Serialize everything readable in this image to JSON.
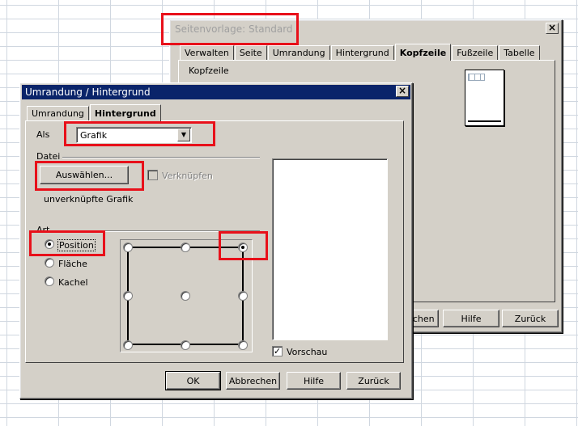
{
  "back_dialog": {
    "title": "Seitenvorlage: Standard",
    "close_glyph": "×",
    "tabs": [
      "Verwalten",
      "Seite",
      "Umrandung",
      "Hintergrund",
      "Kopfzeile",
      "Fußzeile",
      "Tabelle"
    ],
    "selected_tab": "Kopfzeile",
    "section_label": "Kopfzeile",
    "buttons": {
      "abbrechen": "Abbrechen",
      "hilfe": "Hilfe",
      "zurueck": "Zurück"
    }
  },
  "front_dialog": {
    "title": "Umrandung / Hintergrund",
    "close_glyph": "×",
    "tabs": [
      "Umrandung",
      "Hintergrund"
    ],
    "selected_tab": "Hintergrund",
    "als_label": "Als",
    "als_value": "Grafik",
    "datei_label": "Datei",
    "auswaehlen_button": "Auswählen...",
    "verknuepfen_label": "Verknüpfen",
    "status_text": "unverknüpfte Grafik",
    "art_label": "Art",
    "art_options": [
      "Position",
      "Fläche",
      "Kachel"
    ],
    "art_selected": "Position",
    "vorschau_label": "Vorschau",
    "vorschau_checked": true,
    "buttons": {
      "ok": "OK",
      "abbrechen": "Abbrechen",
      "hilfe": "Hilfe",
      "zurueck": "Zurück"
    }
  },
  "colors": {
    "highlight": "#e8101a",
    "titlebar_active": "#0a246a",
    "dialog_face": "#d4d0c8"
  }
}
